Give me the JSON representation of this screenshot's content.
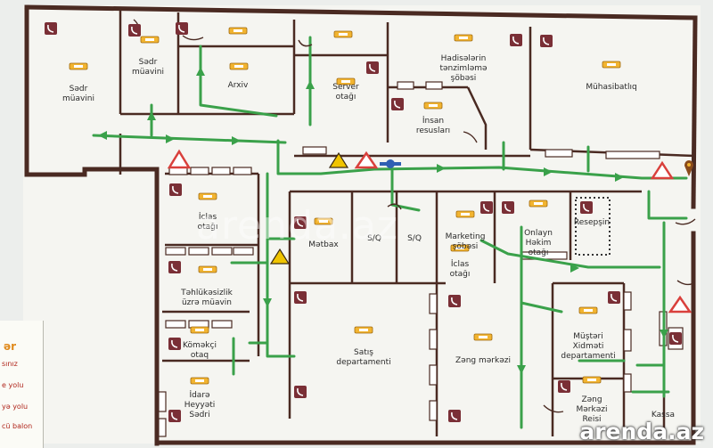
{
  "rooms": {
    "sedr_muavini_1": [
      "Sədr",
      "müavini"
    ],
    "sedr_muavini_2": [
      "Sədr",
      "müavini"
    ],
    "arxiv": [
      "Arxiv"
    ],
    "server": [
      "Server",
      "otağı"
    ],
    "hadiseler": [
      "Hadisələrin",
      "tənzimləmə",
      "şöbəsi"
    ],
    "muhasibatliq": [
      "Mühasibatlıq"
    ],
    "insan": [
      "İnsan",
      "resusları"
    ],
    "iclas_1": [
      "İclas",
      "otağı"
    ],
    "metbax": [
      "Mətbax"
    ],
    "sq1": [
      "S/Q"
    ],
    "sq2": [
      "S/Q"
    ],
    "marketing": [
      "Marketing",
      "şöbəsi"
    ],
    "onlayn": [
      "Onlayn",
      "Həkim",
      "otağı"
    ],
    "resepsin": [
      "Resepşin"
    ],
    "iclas_2": [
      "İclas",
      "otağı"
    ],
    "tehlukesizlik": [
      "Təhlükəsizlik",
      "üzrə müavin"
    ],
    "komekci": [
      "Köməkçi",
      "otaq"
    ],
    "idare": [
      "İdarə",
      "Heyyəti",
      "Sədri"
    ],
    "satis": [
      "Satış",
      "departamenti"
    ],
    "zeng": [
      "Zəng mərkəzi"
    ],
    "mushteri": [
      "Müştəri",
      "Xidməti",
      "departamenti"
    ],
    "zeng_reisi": [
      "Zəng",
      "Mərkəzi",
      "Reisi"
    ],
    "kassa": [
      "Kassa"
    ]
  },
  "legend": {
    "heading": "ər",
    "rows": [
      "sınız",
      "e yolu",
      "yə yolu",
      "cü balon"
    ]
  },
  "watermarks": {
    "center": "arenda.az",
    "corner": "arenda.az"
  },
  "colors": {
    "wall": "#4a2a22",
    "route": "#3aa14a",
    "warning": "#e0a400",
    "danger": "#d9403c",
    "phone": "#7a2f36",
    "sign": "#f2b430"
  },
  "icons": [
    "phone-icon",
    "fire-extinguisher-icon",
    "triangle-warning-icon",
    "electric-hazard-icon",
    "location-pin-icon"
  ]
}
